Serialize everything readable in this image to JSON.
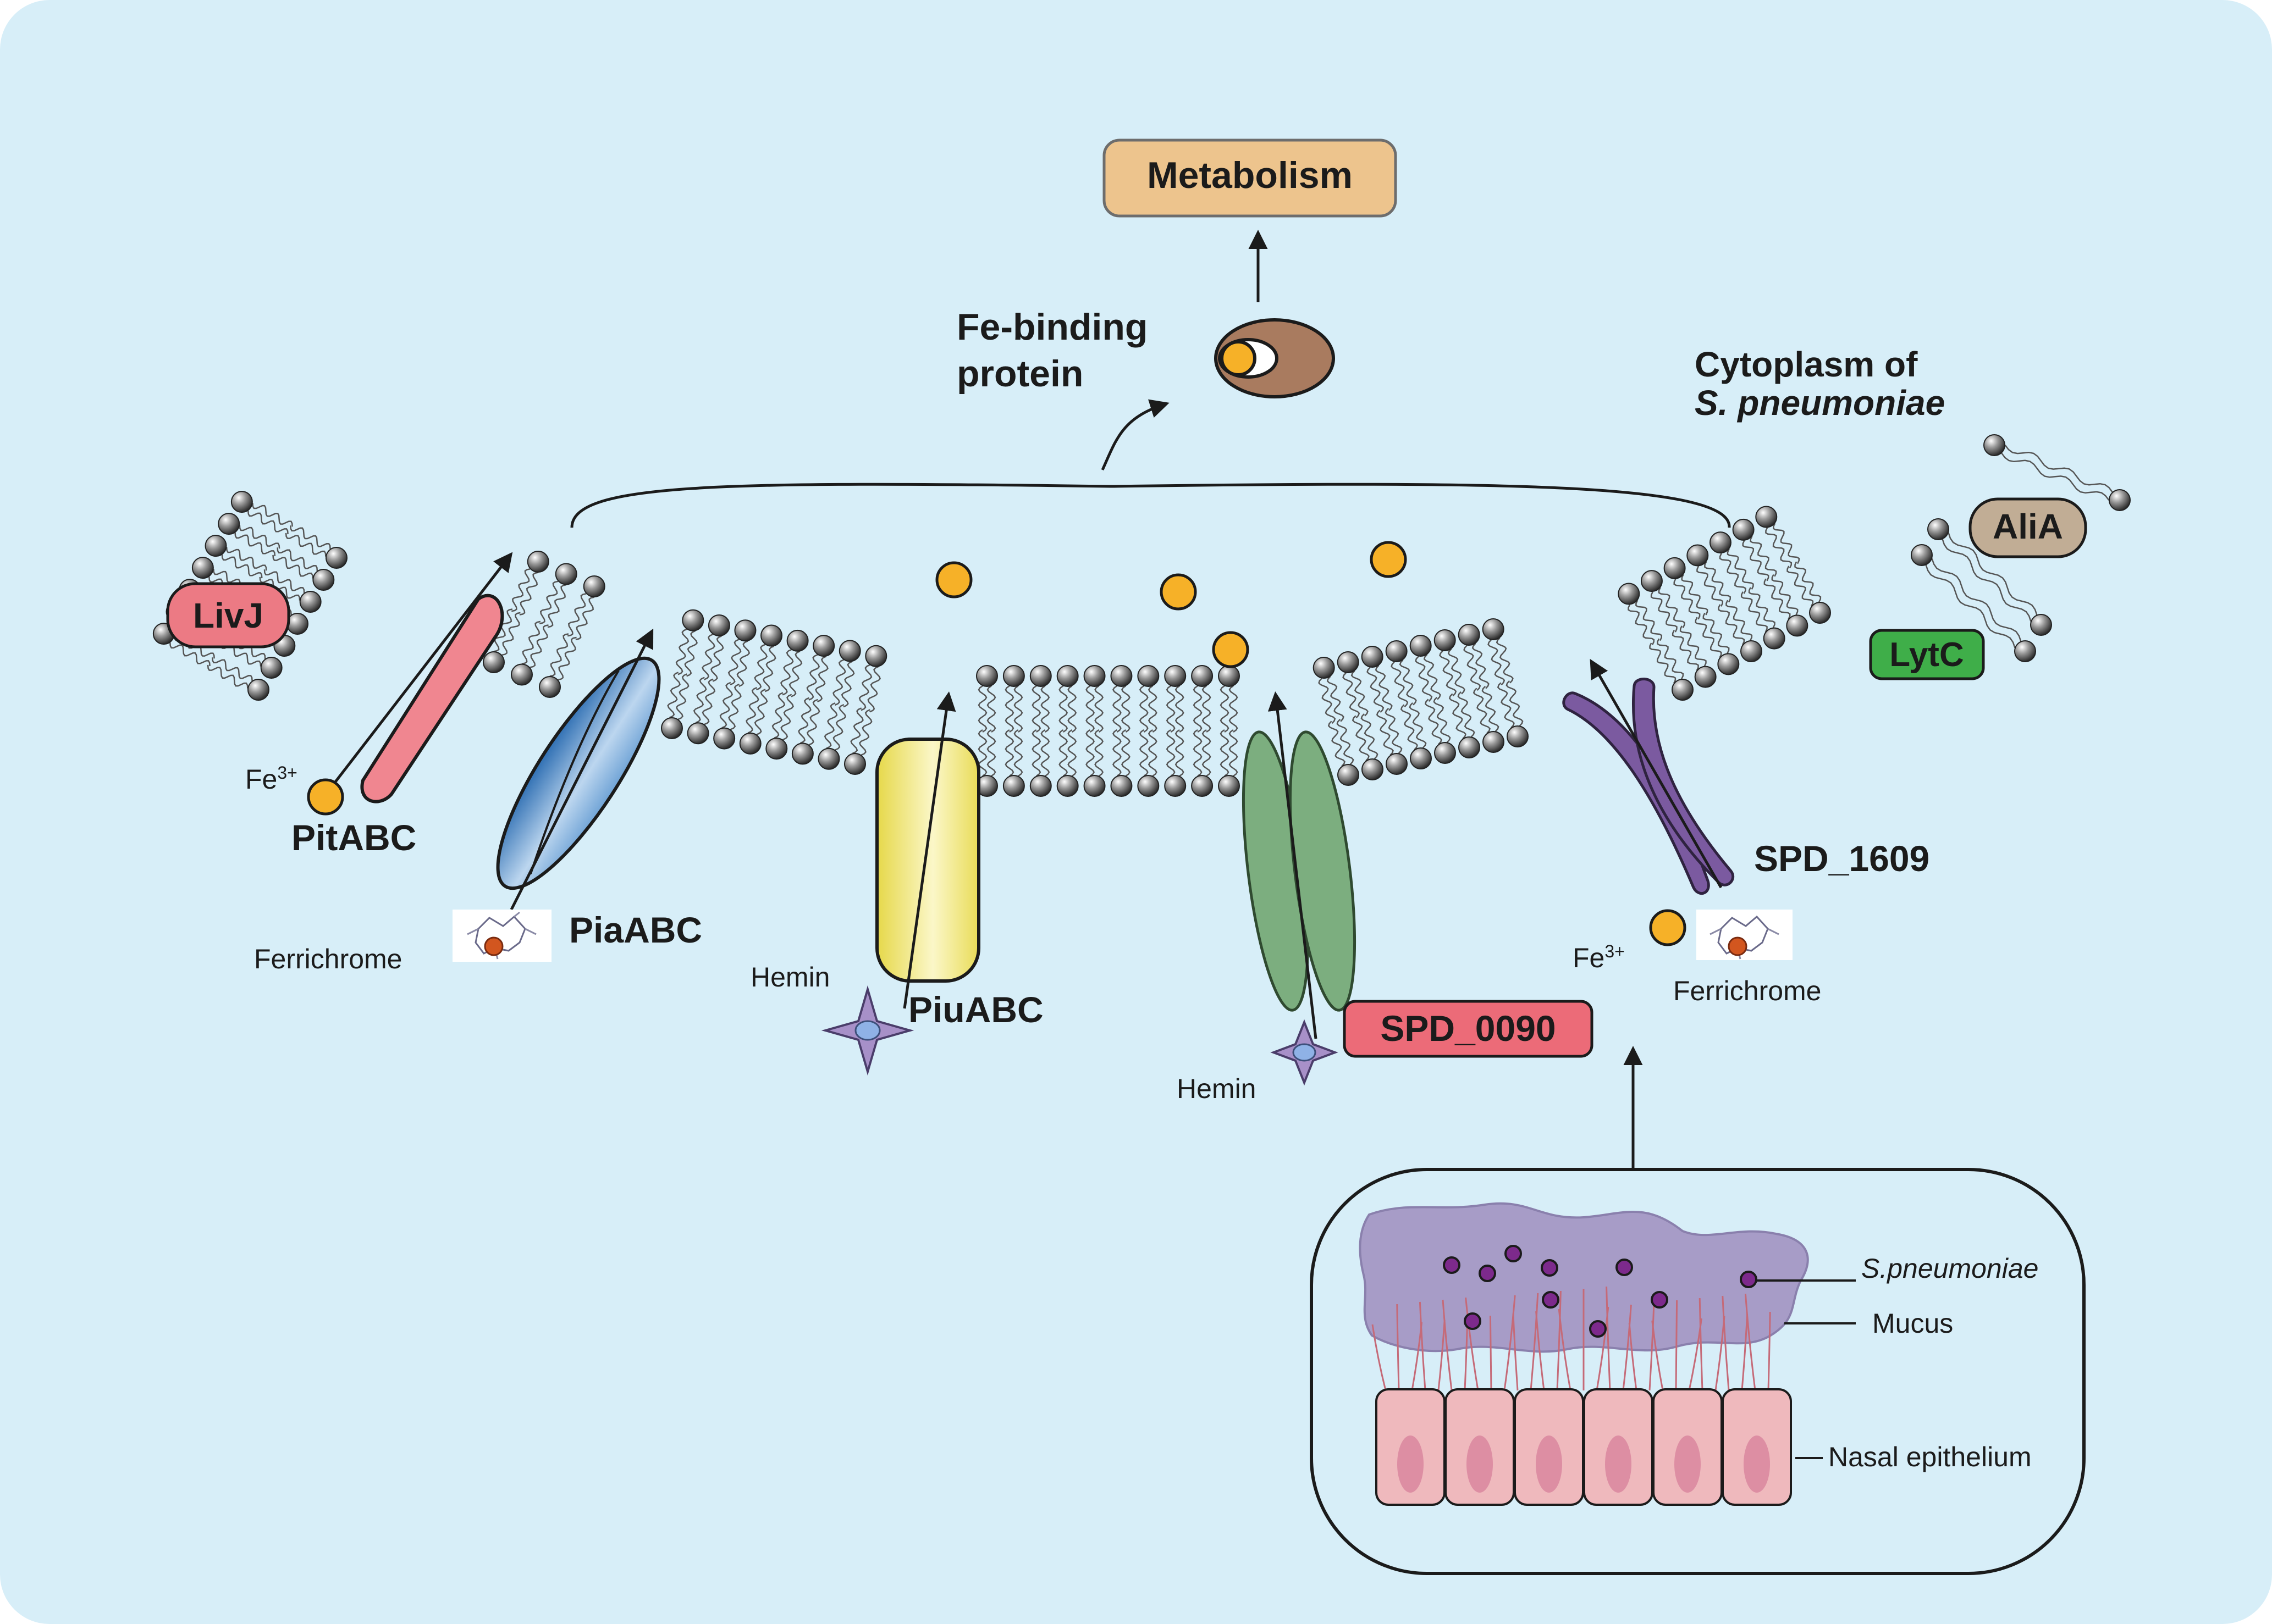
{
  "labels": {
    "metabolism": "Metabolism",
    "fe_binding_line1": "Fe-binding",
    "fe_binding_line2": "protein",
    "cytoplasm_line1": "Cytoplasm of",
    "cytoplasm_line2": "S. pneumoniae",
    "livj": "LivJ",
    "alia": "AliA",
    "lytc": "LytC",
    "fe3_left_base": "Fe",
    "fe3_left_sup": "3+",
    "fe3_right_base": "Fe",
    "fe3_right_sup": "3+",
    "pitabc": "PitABC",
    "piaabc": "PiaABC",
    "piuabc": "PiuABC",
    "spd0090": "SPD_0090",
    "spd1609": "SPD_1609",
    "ferrichrome_left": "Ferrichrome",
    "ferrichrome_right": "Ferrichrome",
    "hemin_left": "Hemin",
    "hemin_right": "Hemin",
    "inset_spneumoniae": "S.pneumoniae",
    "inset_mucus": "Mucus",
    "inset_epithelium": "Nasal epithelium"
  },
  "colors": {
    "background": "#d7eef8",
    "metabolism_box": "#edc48d",
    "livj_box": "#ec7a84",
    "alia_box": "#c1ad95",
    "lytc_box": "#3fae49",
    "spd0090_box": "#ec6b78",
    "fe_ion": "#f6b128",
    "fe_binding_protein": "#a97b5f",
    "pitabc": "#f08690",
    "piaabc": "#4f8fcc",
    "piuabc": "#f3e874",
    "spd0090_channel": "#7cae7f",
    "spd1609_channel": "#7b5aa0",
    "hemin": "#a790c8",
    "mucus": "#a79cc7",
    "bacterium": "#7d2a8c",
    "epithelium": "#efb9bd",
    "nucleus": "#dd8ea3"
  },
  "icons": {
    "fe_binding_protein": "fe-binding-protein-icon",
    "hemin": "hemin-icon",
    "ferrichrome": "ferrichrome-molecule-icon",
    "lipid": "phospholipid-icon"
  }
}
